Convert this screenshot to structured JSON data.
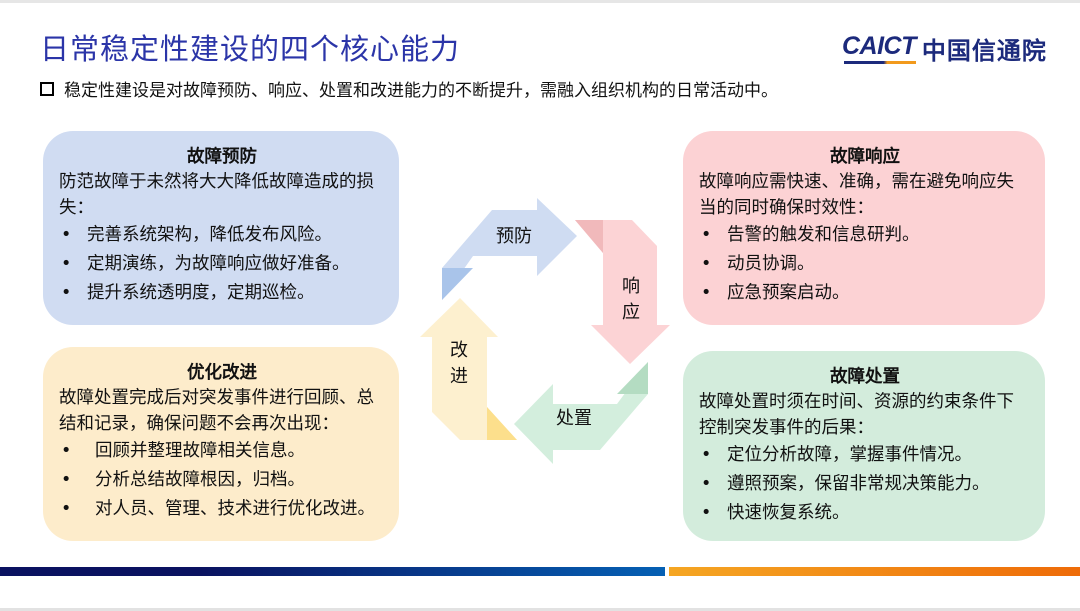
{
  "header": {
    "title": "日常稳定性建设的四个核心能力",
    "logo_en": "CAICT",
    "logo_cn": "中国信通院",
    "subtitle_icon": "hollow-square-bullet-icon",
    "subtitle": "稳定性建设是对故障预防、响应、处置和改进能力的不断提升，需融入组织机构的日常活动中。"
  },
  "cards": {
    "prevent": {
      "title": "故障预防",
      "description": "防范故障于未然将大大降低故障造成的损失：",
      "bullets": [
        "完善系统架构，降低发布风险。",
        "定期演练，为故障响应做好准备。",
        "提升系统透明度，定期巡检。"
      ],
      "color": "#d0dcf2"
    },
    "respond": {
      "title": "故障响应",
      "description": "故障响应需快速、准确，需在避免响应失当的同时确保时效性：",
      "bullets": [
        "告警的触发和信息研判。",
        "动员协调。",
        "应急预案启动。"
      ],
      "color": "#fcd2d4"
    },
    "improve": {
      "title": "优化改进",
      "description": "故障处置完成后对突发事件进行回顾、总结和记录，确保问题不会再次出现：",
      "bullets": [
        "回顾并整理故障相关信息。",
        "分析总结故障根因，归档。",
        "对人员、管理、技术进行优化改进。"
      ],
      "color": "#fdeccb"
    },
    "handle": {
      "title": "故障处置",
      "description": "故障处置时须在时间、资源的约束条件下控制突发事件的后果：",
      "bullets": [
        "定位分析故障，掌握事件情况。",
        "遵照预案，保留非常规决策能力。",
        "快速恢复系统。"
      ],
      "color": "#d3ecdc"
    }
  },
  "cycle": {
    "arrows": [
      {
        "label": "预防",
        "direction": "right",
        "color": "#cfdcf2",
        "fold_color": "#a9c4ea"
      },
      {
        "label_line1": "响",
        "label_line2": "应",
        "direction": "down",
        "color": "#fcd3d5",
        "fold_color": "#f1b9bb"
      },
      {
        "label": "处置",
        "direction": "left",
        "color": "#d3eedd",
        "fold_color": "#b4dcc2"
      },
      {
        "label_line1": "改",
        "label_line2": "进",
        "direction": "up",
        "color": "#fdf0cf",
        "fold_color": "#fcdf8c"
      }
    ]
  },
  "footer": {
    "bar_left_color": "#0a1260",
    "bar_mid_color": "#0560b4",
    "bar_right_color": "#ee6b08"
  }
}
